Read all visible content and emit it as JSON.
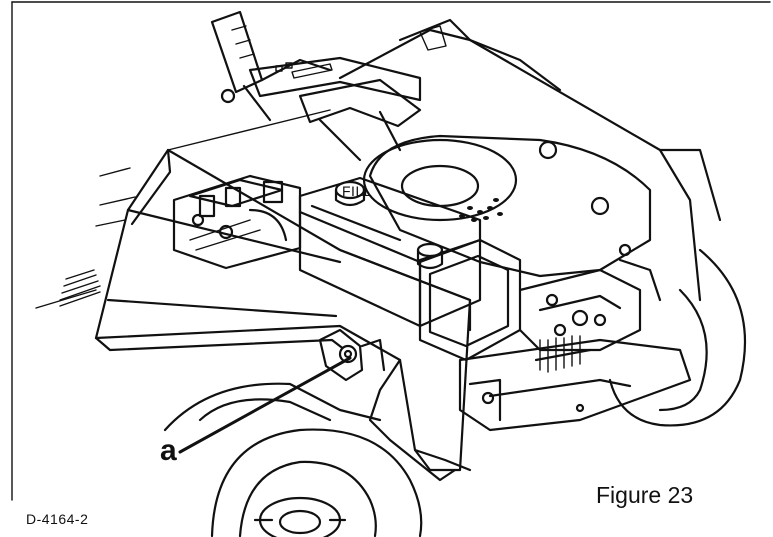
{
  "figure": {
    "callout_label": "a",
    "caption": "Figure 23",
    "drawing_code": "D-4164-2"
  }
}
